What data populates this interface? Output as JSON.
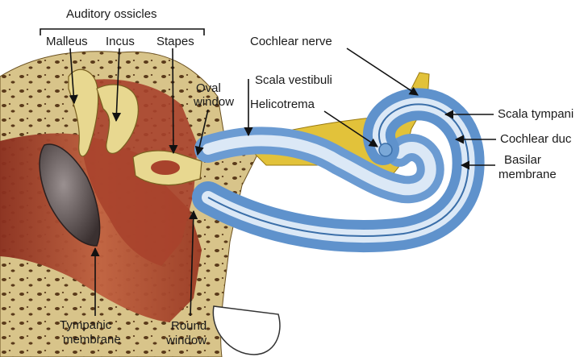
{
  "labels": {
    "auditory_ossicles": "Auditory ossicles",
    "malleus": "Malleus",
    "incus": "Incus",
    "stapes": "Stapes",
    "oval_window_1": "Oval",
    "oval_window_2": "window",
    "scala_vestibuli": "Scala vestibuli",
    "helicotrema": "Helicotrema",
    "cochlear_nerve": "Cochlear nerve",
    "scala_tympani": "Scala tympani",
    "cochlear_duct": "Cochlear duc",
    "basilar_membrane_1": "Basilar",
    "basilar_membrane_2": "membrane",
    "tympanic_membrane_1": "Tympanic",
    "tympanic_membrane_2": "membrane",
    "round_window_1": "Round",
    "round_window_2": "window"
  },
  "colors": {
    "bone": "#d8c48a",
    "bone_spots": "#5a3a1a",
    "canal": "#b8553a",
    "canal_dark": "#8a2e1e",
    "ossicle": "#e8d890",
    "tympanic": "#6a6060",
    "cochlea_outer": "#7aa8d8",
    "cochlea_inner": "#cfe0f2",
    "nerve": "#e2c23a"
  }
}
